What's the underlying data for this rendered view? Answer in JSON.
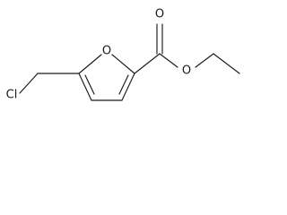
{
  "molecule": {
    "labels": {
      "ring_oxygen": "O",
      "carbonyl_oxygen": "O",
      "ester_oxygen": "O",
      "chlorine": "Cl"
    },
    "colors": {
      "bond": "#1a1a1a",
      "background": "#ffffff"
    }
  }
}
